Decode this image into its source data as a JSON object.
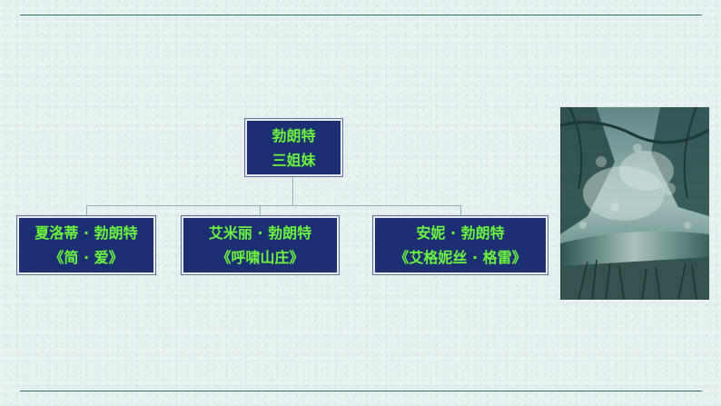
{
  "diagram": {
    "root": {
      "line1": "勃朗特",
      "line2": "三姐妹"
    },
    "children": [
      {
        "name": "夏洛蒂 · 勃朗特",
        "work": "《简 · 爱》"
      },
      {
        "name": "艾米丽 · 勃朗特",
        "work": "《呼啸山庄》"
      },
      {
        "name": "安妮 · 勃朗特",
        "work": "《艾格妮丝 · 格雷》"
      }
    ]
  },
  "colors": {
    "box_fill": "#1c2f73",
    "box_text": "#6cf43e",
    "rule": "#2f6d66",
    "background": "#e3efee"
  },
  "image": {
    "subject": "forest-stream-photo"
  }
}
